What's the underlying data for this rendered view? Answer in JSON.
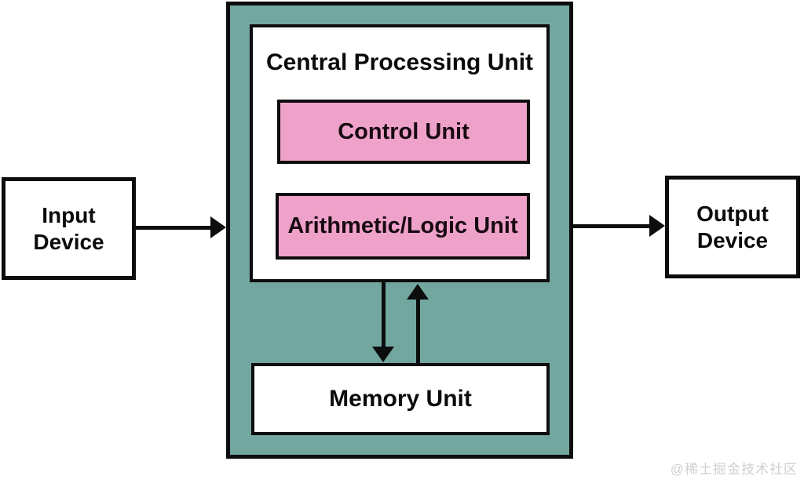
{
  "diagram": {
    "cpu": {
      "title": "Central Processing Unit",
      "control_unit_label": "Control Unit",
      "alu_label": "Arithmetic/Logic Unit"
    },
    "memory_label": "Memory Unit",
    "input_label": "Input\nDevice",
    "output_label": "Output\nDevice",
    "arrows": [
      "input-device-to-cpu",
      "cpu-to-output-device",
      "cpu-to-memory-unit",
      "memory-unit-to-cpu"
    ]
  },
  "watermark": {
    "text": "@稀土掘金技术社区"
  },
  "colors": {
    "teal": "#72a7a0",
    "pink": "#efa2c9",
    "line": "#0d0d0d",
    "watermark": "#cfcfcf"
  }
}
